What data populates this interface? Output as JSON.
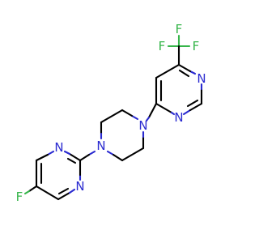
{
  "colors": {
    "background": "#ffffff",
    "bond": "#000000",
    "nitrogen": "#2a2ad0",
    "fluorine": "#36b54a"
  },
  "atoms": [
    {
      "id": "f-top-1",
      "symbol": "F",
      "element": "fluorine"
    },
    {
      "id": "f-top-2",
      "symbol": "F",
      "element": "fluorine"
    },
    {
      "id": "f-top-3",
      "symbol": "F",
      "element": "fluorine"
    },
    {
      "id": "n-trifluoromethyl-pyrimidine-1",
      "symbol": "N",
      "element": "nitrogen"
    },
    {
      "id": "n-trifluoromethyl-pyrimidine-2",
      "symbol": "N",
      "element": "nitrogen"
    },
    {
      "id": "n-piperazine-right",
      "symbol": "N",
      "element": "nitrogen"
    },
    {
      "id": "n-piperazine-left",
      "symbol": "N",
      "element": "nitrogen"
    },
    {
      "id": "n-fluoropyrimidine-1",
      "symbol": "N",
      "element": "nitrogen"
    },
    {
      "id": "n-fluoropyrimidine-2",
      "symbol": "N",
      "element": "nitrogen"
    },
    {
      "id": "f-bottom",
      "symbol": "F",
      "element": "fluorine"
    }
  ]
}
